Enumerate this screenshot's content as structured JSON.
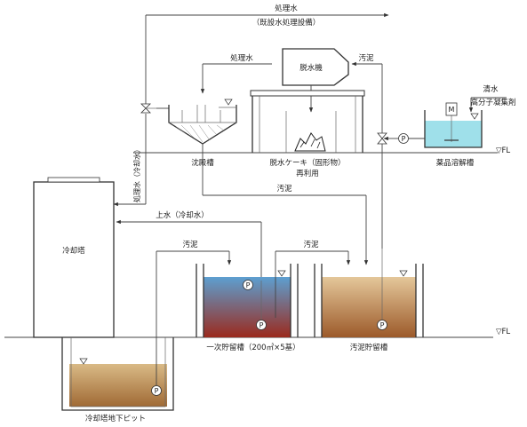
{
  "labels": {
    "top_treated_water": "処理水",
    "top_existing_facility": "（既設水処理設備）",
    "treated_water_mid": "処理水",
    "dewatering_machine": "脱水機",
    "sludge_top": "汚泥",
    "clean_water": "清水",
    "polymer": "高分子凝集剤",
    "floor_level_right": "▽FL",
    "settling_tank": "沈殿槽",
    "dewatered_cake": "脱水ケーキ（固形物）",
    "reuse": "再利用",
    "chemical_tank": "薬品溶解槽",
    "treated_water_vertical": "処理水（冷却水）",
    "sludge_mid": "汚泥",
    "cooling_tower": "冷却塔",
    "supply_water": "上水（冷却水）",
    "sludge_left": "汚泥",
    "sludge_right": "汚泥",
    "primary_tank": "一次貯留槽（200㎥×5基）",
    "sludge_storage_tank": "汚泥貯留槽",
    "floor_level_lower": "▽FL",
    "pit": "冷却塔地下ピット",
    "pump": "P",
    "motor": "M"
  },
  "colors": {
    "primary_tank_top": "#5d9fd0",
    "primary_tank_bottom": "#9b2a1d",
    "sludge_tank_top": "#e4c79a",
    "sludge_tank_bottom": "#9c5a2a",
    "pit_top": "#d9ba86",
    "pit_bottom": "#a06a35",
    "chem_water": "#9fe0ea",
    "line": "#444444"
  },
  "icons": [
    "pump-icon",
    "valve-icon",
    "motor-icon",
    "water-level-icon",
    "arrow-icon"
  ]
}
